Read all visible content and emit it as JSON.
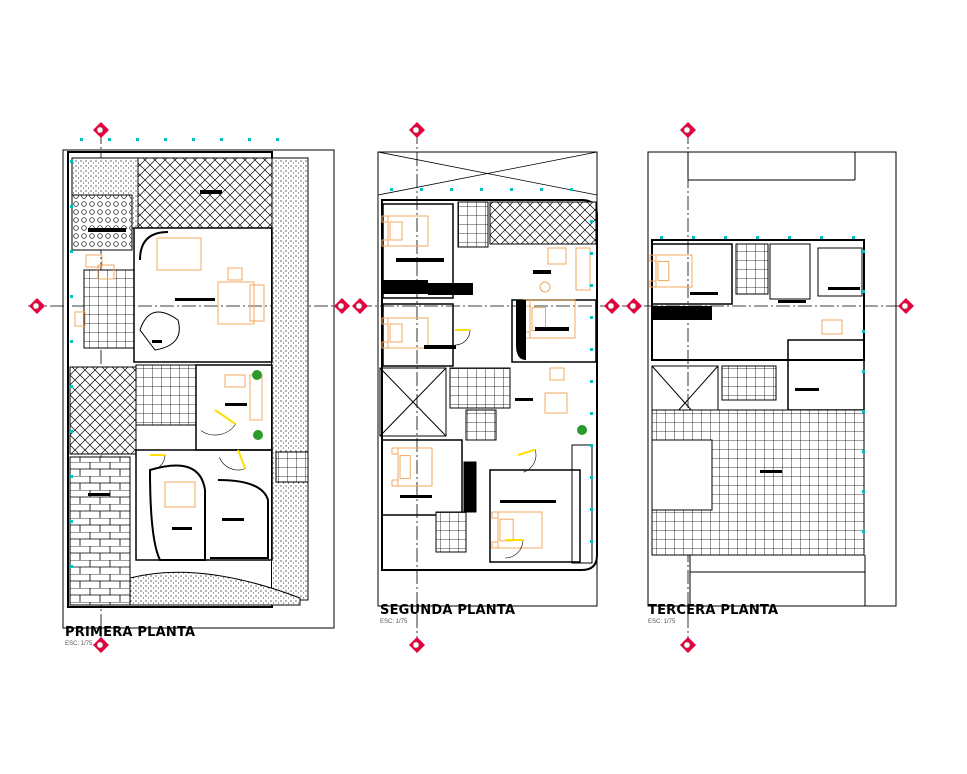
{
  "plans": [
    {
      "title": "PRIMERA PLANTA",
      "scale": "ESC: 1/75"
    },
    {
      "title": "SEGUNDA PLANTA",
      "scale": "ESC: 1/75"
    },
    {
      "title": "TERCERA PLANTA",
      "scale": "ESC: 1/75"
    }
  ],
  "colors": {
    "walls": "#000000",
    "furniture": "#f0a860",
    "axis_marker": "#e8003c",
    "dimension": "#00c0c0",
    "doors": "#ffe000",
    "plants": "#2a9a2a"
  }
}
